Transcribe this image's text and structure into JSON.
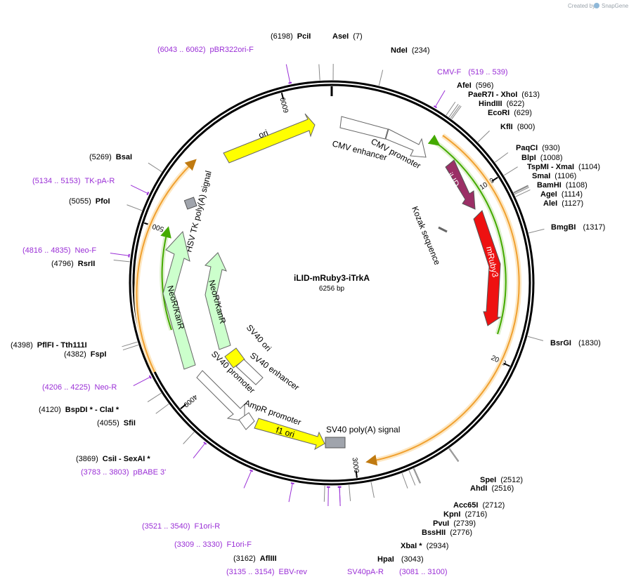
{
  "header": {
    "credit": "Created by",
    "brand": "SnapGene"
  },
  "plasmid": {
    "name": "iLID-mRuby3-iTrkA",
    "length_label": "6256 bp",
    "length": 6256
  },
  "colors": {
    "primer": "#9a2fd6",
    "ori": "#ffff00",
    "ilid": "#9b2f66",
    "mruby": "#ee1111",
    "neo": "#ccffcc",
    "gray": "#a0a4ac",
    "orange": "#f0a030",
    "green": "#44aa00"
  },
  "ticks": [
    {
      "pos": 0,
      "label": ""
    },
    {
      "pos": 1000,
      "label": "1000"
    },
    {
      "pos": 2000,
      "label": "2000"
    },
    {
      "pos": 3000,
      "label": "3000"
    },
    {
      "pos": 4000,
      "label": "4000"
    },
    {
      "pos": 5000,
      "label": "5000"
    },
    {
      "pos": 6000,
      "label": "6000"
    }
  ],
  "sites": [
    {
      "name": "PciI",
      "pos_label": "(6198)",
      "pos": 6198
    },
    {
      "name": "AseI",
      "pos_label": "(7)",
      "pos": 7
    },
    {
      "name": "NdeI",
      "pos_label": "(234)",
      "pos": 234
    },
    {
      "name": "AfeI",
      "pos_label": "(596)",
      "pos": 596
    },
    {
      "name": "PaeR7I - XhoI",
      "pos_label": "(613)",
      "pos": 613
    },
    {
      "name": "HindIII",
      "pos_label": "(622)",
      "pos": 622
    },
    {
      "name": "EcoRI",
      "pos_label": "(629)",
      "pos": 629
    },
    {
      "name": "KflI",
      "pos_label": "(800)",
      "pos": 800
    },
    {
      "name": "PaqCI",
      "pos_label": "(930)",
      "pos": 930
    },
    {
      "name": "BlpI",
      "pos_label": "(1008)",
      "pos": 1008
    },
    {
      "name": "TspMI - XmaI",
      "pos_label": "(1104)",
      "pos": 1104
    },
    {
      "name": "SmaI",
      "pos_label": "(1106)",
      "pos": 1106
    },
    {
      "name": "BamHI",
      "pos_label": "(1108)",
      "pos": 1108
    },
    {
      "name": "AgeI",
      "pos_label": "(1114)",
      "pos": 1114
    },
    {
      "name": "AleI",
      "pos_label": "(1127)",
      "pos": 1127
    },
    {
      "name": "BmgBI",
      "pos_label": "(1317)",
      "pos": 1317
    },
    {
      "name": "BsrGI",
      "pos_label": "(1830)",
      "pos": 1830
    },
    {
      "name": "SpeI",
      "pos_label": "(2512)",
      "pos": 2512
    },
    {
      "name": "AhdI",
      "pos_label": "(2516)",
      "pos": 2516
    },
    {
      "name": "Acc65I",
      "pos_label": "(2712)",
      "pos": 2712
    },
    {
      "name": "KpnI",
      "pos_label": "(2716)",
      "pos": 2716
    },
    {
      "name": "PvuI",
      "pos_label": "(2739)",
      "pos": 2739
    },
    {
      "name": "BssHII",
      "pos_label": "(2776)",
      "pos": 2776
    },
    {
      "name": "XbaI *",
      "pos_label": "(2934)",
      "pos": 2934
    },
    {
      "name": "HpaI",
      "pos_label": "(3043)",
      "pos": 3043
    },
    {
      "name": "AflIII",
      "pos_label": "(3162)",
      "pos": 3162
    },
    {
      "name": "CsiI - SexAI *",
      "pos_label": "(3869)",
      "pos": 3869
    },
    {
      "name": "SfiI",
      "pos_label": "(4055)",
      "pos": 4055
    },
    {
      "name": "BspDI * - ClaI *",
      "pos_label": "(4120)",
      "pos": 4120
    },
    {
      "name": "FspI",
      "pos_label": "(4382)",
      "pos": 4382
    },
    {
      "name": "PflFI - Tth111I",
      "pos_label": "(4398)",
      "pos": 4398
    },
    {
      "name": "RsrII",
      "pos_label": "(4796)",
      "pos": 4796
    },
    {
      "name": "PfoI",
      "pos_label": "(5055)",
      "pos": 5055
    },
    {
      "name": "BsaI",
      "pos_label": "(5269)",
      "pos": 5269
    }
  ],
  "primers": [
    {
      "name": "pBR322ori-F",
      "range_label": "(6043 .. 6062)",
      "pos": 6052
    },
    {
      "name": "CMV-F",
      "range_label": "(519 .. 539)",
      "pos": 529
    },
    {
      "name": "TK-pA-R",
      "range_label": "(5134 .. 5153)",
      "pos": 5143
    },
    {
      "name": "Neo-F",
      "range_label": "(4816 .. 4835)",
      "pos": 4825
    },
    {
      "name": "Neo-R",
      "range_label": "(4206 .. 4225)",
      "pos": 4215
    },
    {
      "name": "pBABE 3'",
      "range_label": "(3783 .. 3803)",
      "pos": 3793
    },
    {
      "name": "F1ori-R",
      "range_label": "(3521 .. 3540)",
      "pos": 3530
    },
    {
      "name": "F1ori-F",
      "range_label": "(3309 .. 3330)",
      "pos": 3320
    },
    {
      "name": "EBV-rev",
      "range_label": "(3135 .. 3154)",
      "pos": 3144
    },
    {
      "name": "SV40pA-R",
      "range_label": "",
      "pos": 3090
    },
    {
      "name": "",
      "range_label": "(3081 .. 3100)",
      "pos": 3090
    }
  ],
  "features": [
    {
      "name": "ori",
      "kind": "ori"
    },
    {
      "name": "CMV enhancer",
      "kind": "promoter"
    },
    {
      "name": "CMV promoter",
      "kind": "promoter"
    },
    {
      "name": "iLID",
      "kind": "cds"
    },
    {
      "name": "mRuby3",
      "kind": "cds"
    },
    {
      "name": "Kozak sequence",
      "kind": "misc"
    },
    {
      "name": "HSV TK poly(A) signal",
      "kind": "terminator"
    },
    {
      "name": "NeoR/KanR",
      "kind": "cds"
    },
    {
      "name": "NeoR/KanR",
      "kind": "cds"
    },
    {
      "name": "SV40 ori",
      "kind": "ori"
    },
    {
      "name": "SV40 enhancer",
      "kind": "enhancer"
    },
    {
      "name": "SV40 promoter",
      "kind": "promoter"
    },
    {
      "name": "AmpR promoter",
      "kind": "promoter"
    },
    {
      "name": "f1 ori",
      "kind": "ori"
    },
    {
      "name": "SV40 poly(A) signal",
      "kind": "terminator"
    }
  ]
}
